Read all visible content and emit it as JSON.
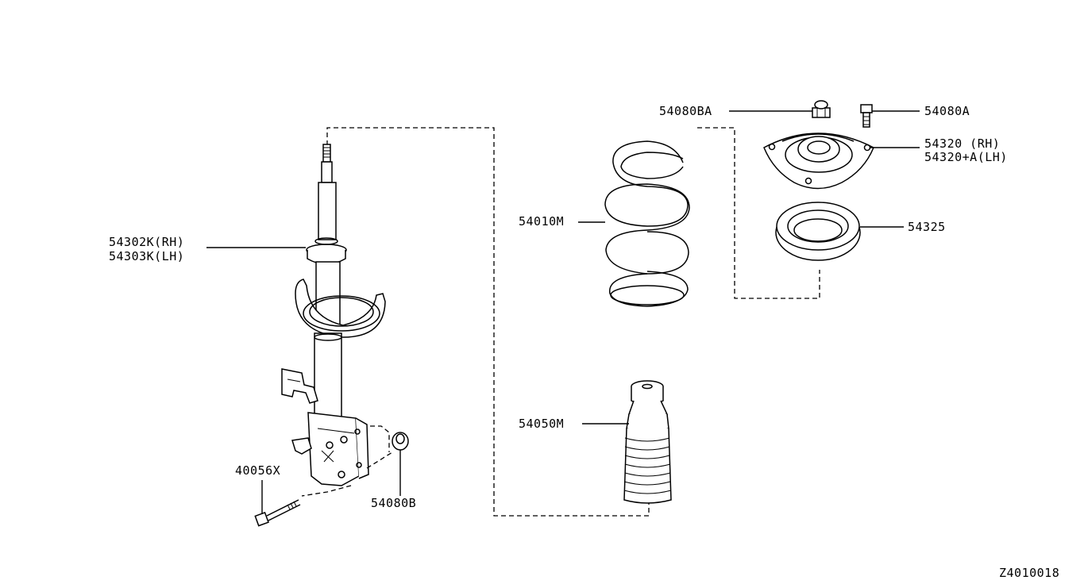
{
  "diagram": {
    "labels": {
      "strut_rh": "54302K(RH)",
      "strut_lh": "54303K(LH)",
      "bolt_bracket": "40056X",
      "nut_bracket": "54080B",
      "spring": "54010M",
      "bumper": "54050M",
      "nut_mount": "54080BA",
      "bolt_mount": "54080A",
      "mount_rh": "54320 (RH)",
      "mount_lh": "54320+A(LH)",
      "bearing": "54325"
    },
    "ref_code": "Z4010018"
  }
}
